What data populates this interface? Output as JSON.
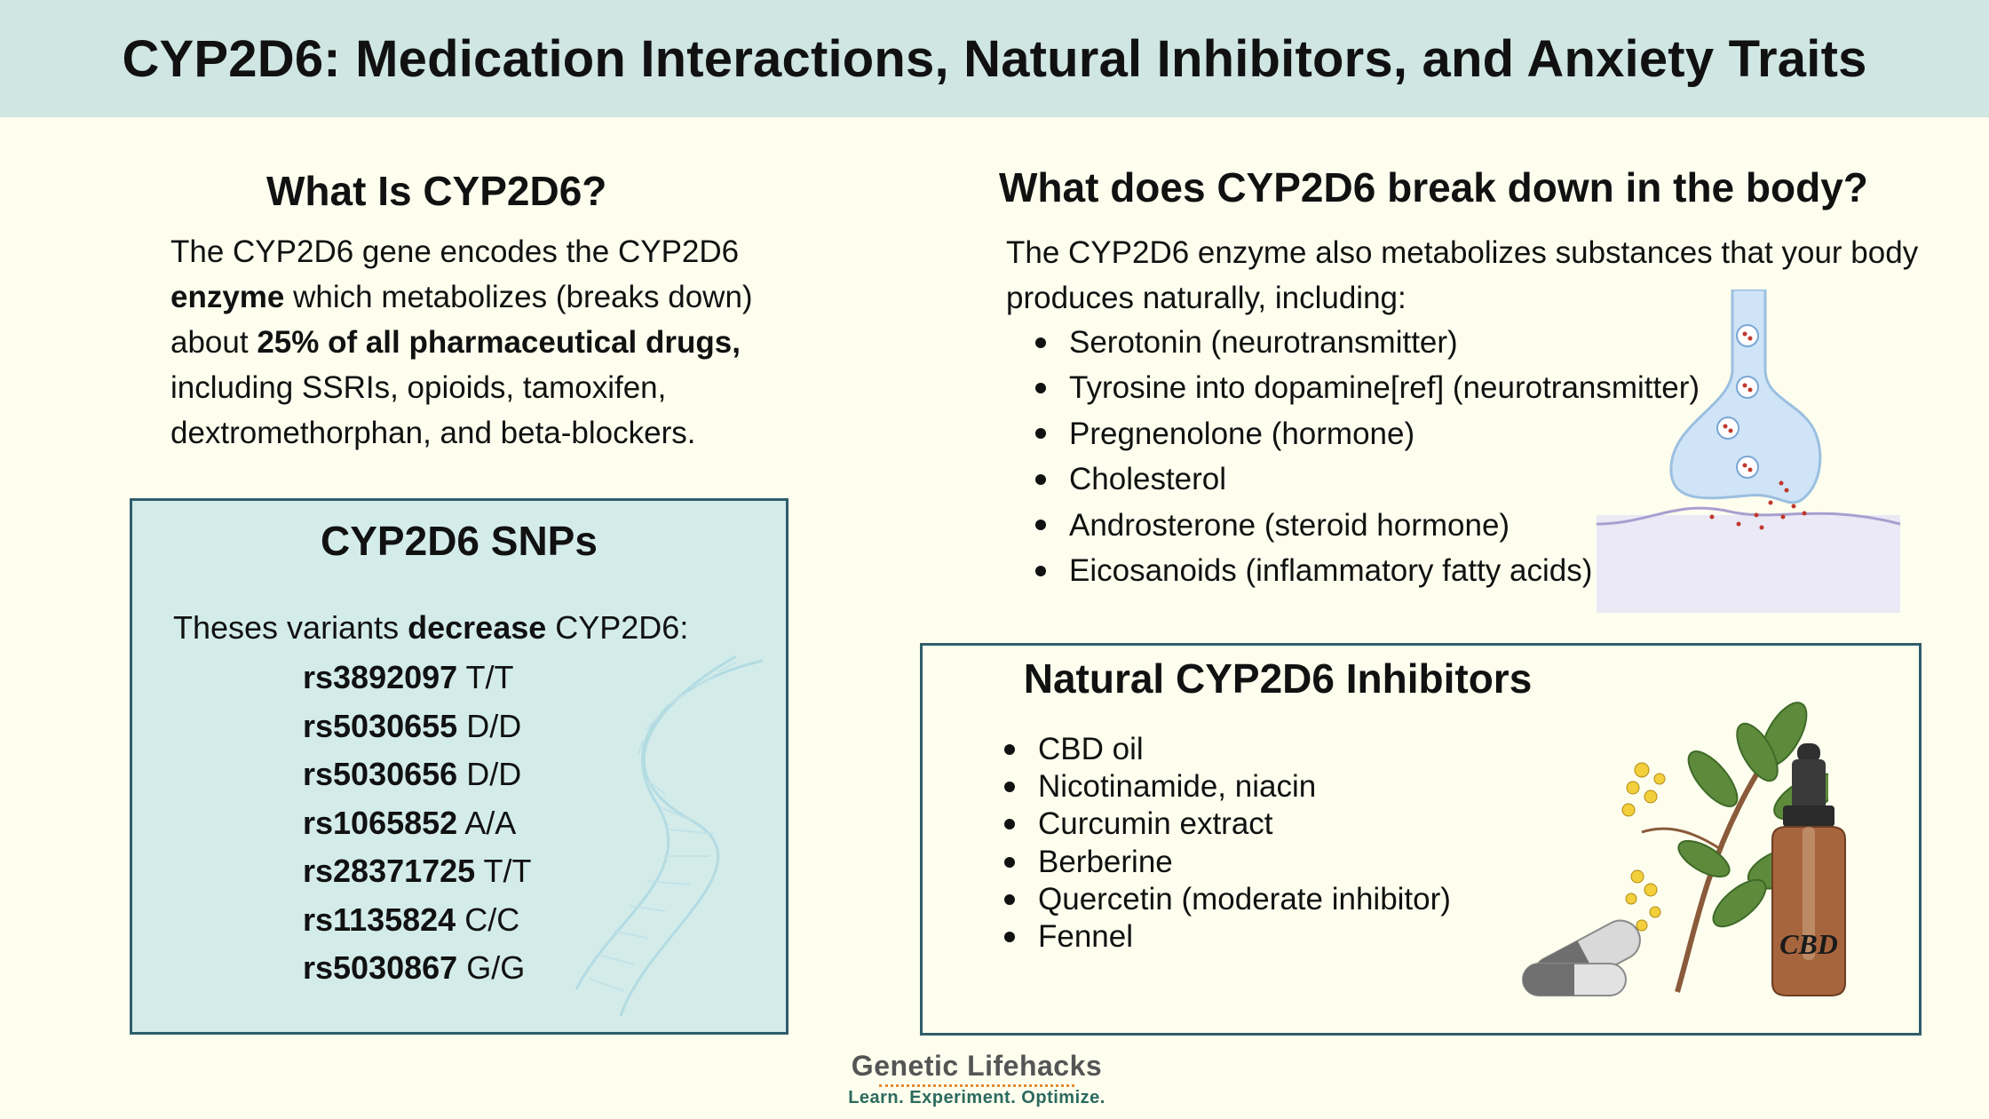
{
  "header": {
    "title": "CYP2D6: Medication Interactions, Natural Inhibitors, and Anxiety Traits"
  },
  "what_is": {
    "heading": "What Is CYP2D6?",
    "p1_a": "The CYP2D6 gene encodes the CYP2D6",
    "p2_bold": "enzyme",
    "p2_rest": " which metabolizes (breaks down)",
    "p3_a": "about ",
    "p3_bold": "25% of all pharmaceutical drugs,",
    "p4": "including SSRIs, opioids, tamoxifen,",
    "p5": "dextromethorphan, and beta-blockers."
  },
  "breakdown": {
    "heading": "What does CYP2D6 break down in the body?",
    "intro_1": "The CYP2D6 enzyme also metabolizes substances that your body",
    "intro_2": "produces naturally, including:",
    "items": [
      "Serotonin (neurotransmitter)",
      "Tyrosine into dopamine[ref] (neurotransmitter)",
      "Pregnenolone (hormone)",
      "Cholesterol",
      "Androsterone (steroid hormone)",
      "Eicosanoids (inflammatory fatty acids)"
    ]
  },
  "snps": {
    "title": "CYP2D6 SNPs",
    "intro_a": "Theses variants ",
    "intro_bold": "decrease",
    "intro_b": " CYP2D6:",
    "variants": [
      {
        "rs": "rs3892097",
        "genotype": " T/T"
      },
      {
        "rs": "rs5030655",
        "genotype": " D/D"
      },
      {
        "rs": "rs5030656",
        "genotype": " D/D"
      },
      {
        "rs": "rs1065852",
        "genotype": " A/A"
      },
      {
        "rs": "rs28371725",
        "genotype": " T/T"
      },
      {
        "rs": "rs1135824",
        "genotype": " C/C"
      },
      {
        "rs": "rs5030867",
        "genotype": " G/G"
      }
    ]
  },
  "inhibitors": {
    "title": "Natural CYP2D6 Inhibitors",
    "items": [
      "CBD oil",
      "Nicotinamide, niacin",
      "Curcumin extract",
      "Berberine",
      "Quercetin (moderate inhibitor)",
      "Fennel"
    ],
    "bottle_label": "CBD"
  },
  "footer": {
    "brand": "Genetic Lifehacks",
    "tagline": "Learn. Experiment. Optimize."
  },
  "colors": {
    "background": "#fdfeee",
    "header": "#cfe6e2",
    "snp_box": "#d3ecea",
    "border": "#2f5d6b"
  },
  "icons": [
    "dna-icon",
    "synapse-icon",
    "herb-icon",
    "capsule-icon",
    "cbd-bottle-icon"
  ]
}
